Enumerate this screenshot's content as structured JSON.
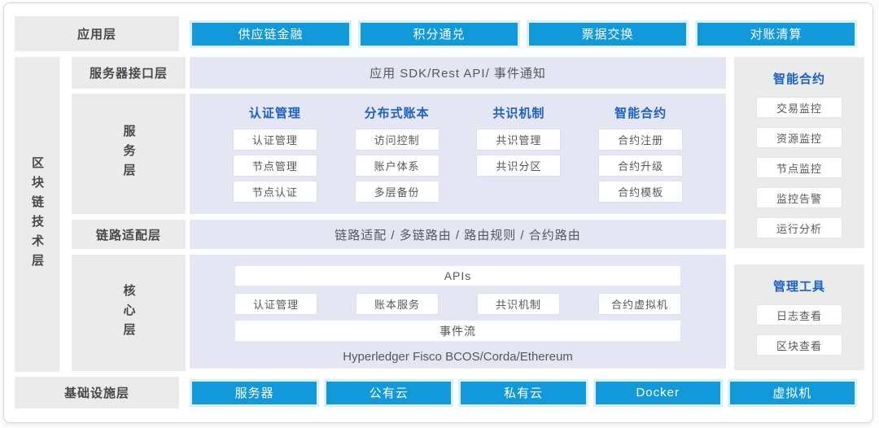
{
  "colors": {
    "accent_blue": "#1199d9",
    "header_blue": "#1d60c6",
    "lavender_bg": "#e4e6f4",
    "label_gray_bg": "#ebebec"
  },
  "app_layer": {
    "label": "应用层",
    "buttons": [
      "供应链金融",
      "积分通兑",
      "票据交换",
      "对账清算"
    ]
  },
  "tech_layer": {
    "label": "区块链技术层"
  },
  "interface_layer": {
    "label": "服务器接口层",
    "content": "应用 SDK/Rest API/ 事件通知"
  },
  "service_layer": {
    "label": "服务层",
    "columns": [
      {
        "header": "认证管理",
        "items": [
          "认证管理",
          "节点管理",
          "节点认证"
        ]
      },
      {
        "header": "分布式账本",
        "items": [
          "访问控制",
          "账户体系",
          "多层备份"
        ]
      },
      {
        "header": "共识机制",
        "items": [
          "共识管理",
          "共识分区"
        ]
      },
      {
        "header": "智能合约",
        "items": [
          "合约注册",
          "合约升级",
          "合约模板"
        ]
      }
    ]
  },
  "adapter_layer": {
    "label": "链路适配层",
    "content": "链路适配 / 多链路由 / 路由规则 / 合约路由"
  },
  "core_layer": {
    "label": "核心层",
    "apis_bar": "APIs",
    "items": [
      "认证管理",
      "账本服务",
      "共识机制",
      "合约虚拟机"
    ],
    "event_bar": "事件流",
    "platforms": "Hyperledger Fisco BCOS/Corda/Ethereum"
  },
  "monitor_panel": {
    "header": "智能合约",
    "items": [
      "交易监控",
      "资源监控",
      "节点监控",
      "监控告警",
      "运行分析"
    ]
  },
  "tools_panel": {
    "header": "管理工具",
    "items": [
      "日志查看",
      "区块查看"
    ]
  },
  "infra_layer": {
    "label": "基础设施层",
    "buttons": [
      "服务器",
      "公有云",
      "私有云",
      "Docker",
      "虚拟机"
    ]
  }
}
